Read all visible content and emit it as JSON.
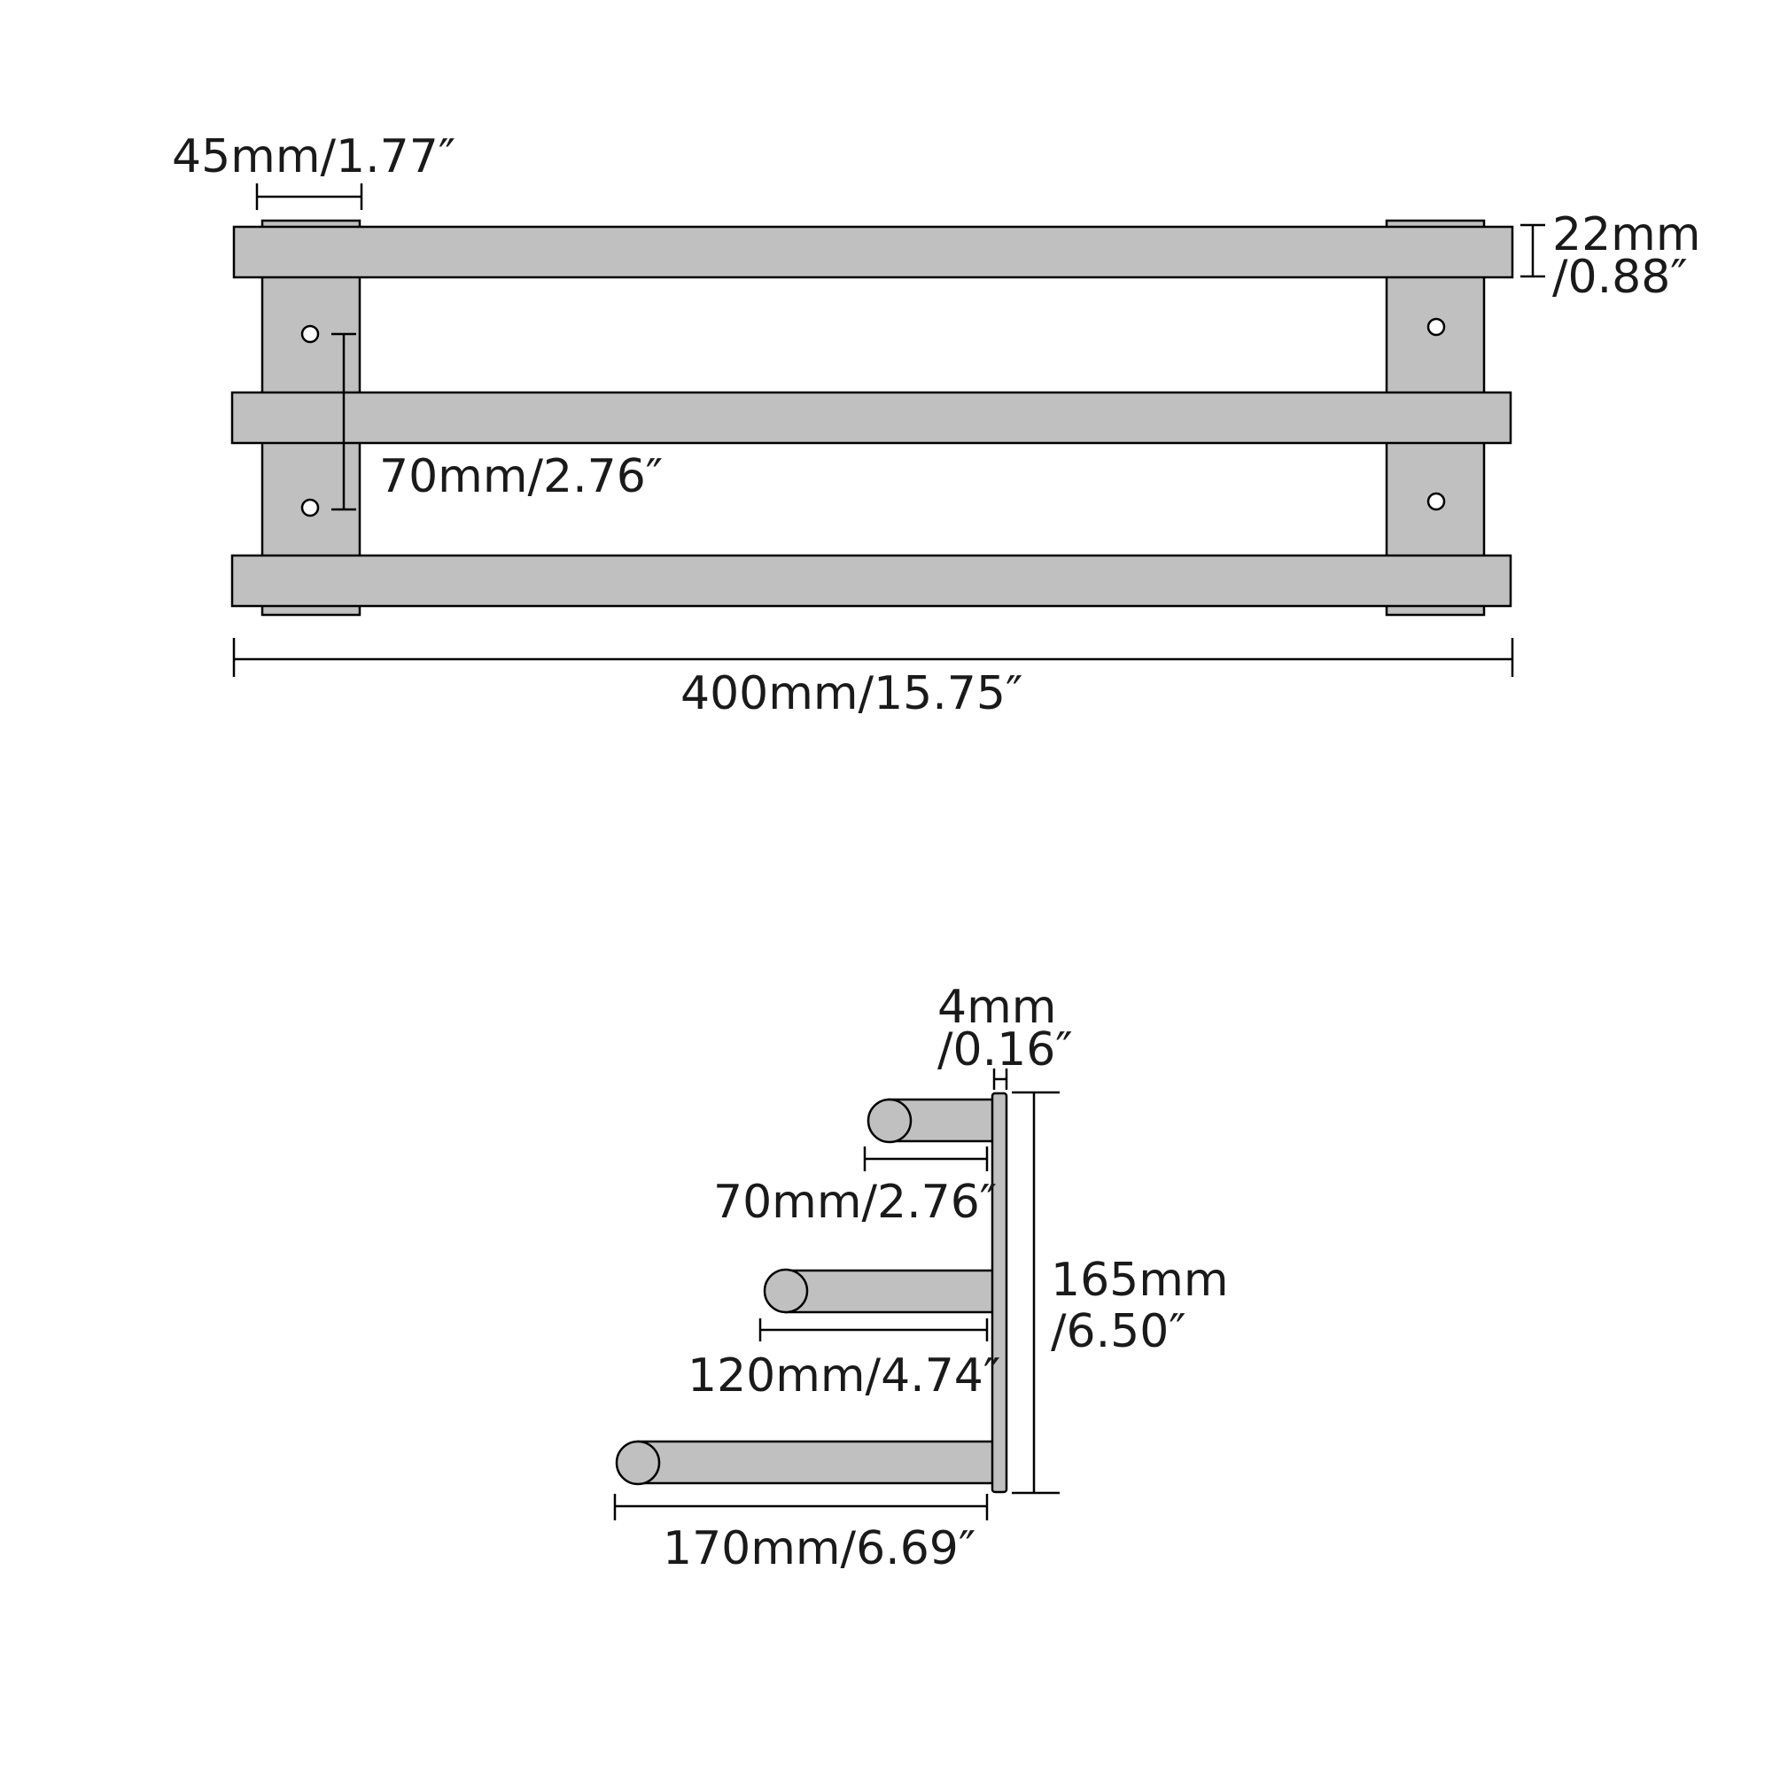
{
  "colors": {
    "metal": "#c0c0c0",
    "outline": "#000000",
    "text": "#1a1a1a",
    "background": "#ffffff"
  },
  "front_view": {
    "mount_width": "45mm/1.77″",
    "bar_thickness_mm": "22mm",
    "bar_thickness_in": "/0.88″",
    "hole_spacing": "70mm/2.76″",
    "total_length": "400mm/15.75″"
  },
  "side_view": {
    "plate_thickness_mm": "4mm",
    "plate_thickness_in": "/0.16″",
    "height_mm": "165mm",
    "height_in": "/6.50″",
    "arm_top": "70mm/2.76″",
    "arm_middle": "120mm/4.74″",
    "arm_bottom": "170mm/6.69″"
  }
}
